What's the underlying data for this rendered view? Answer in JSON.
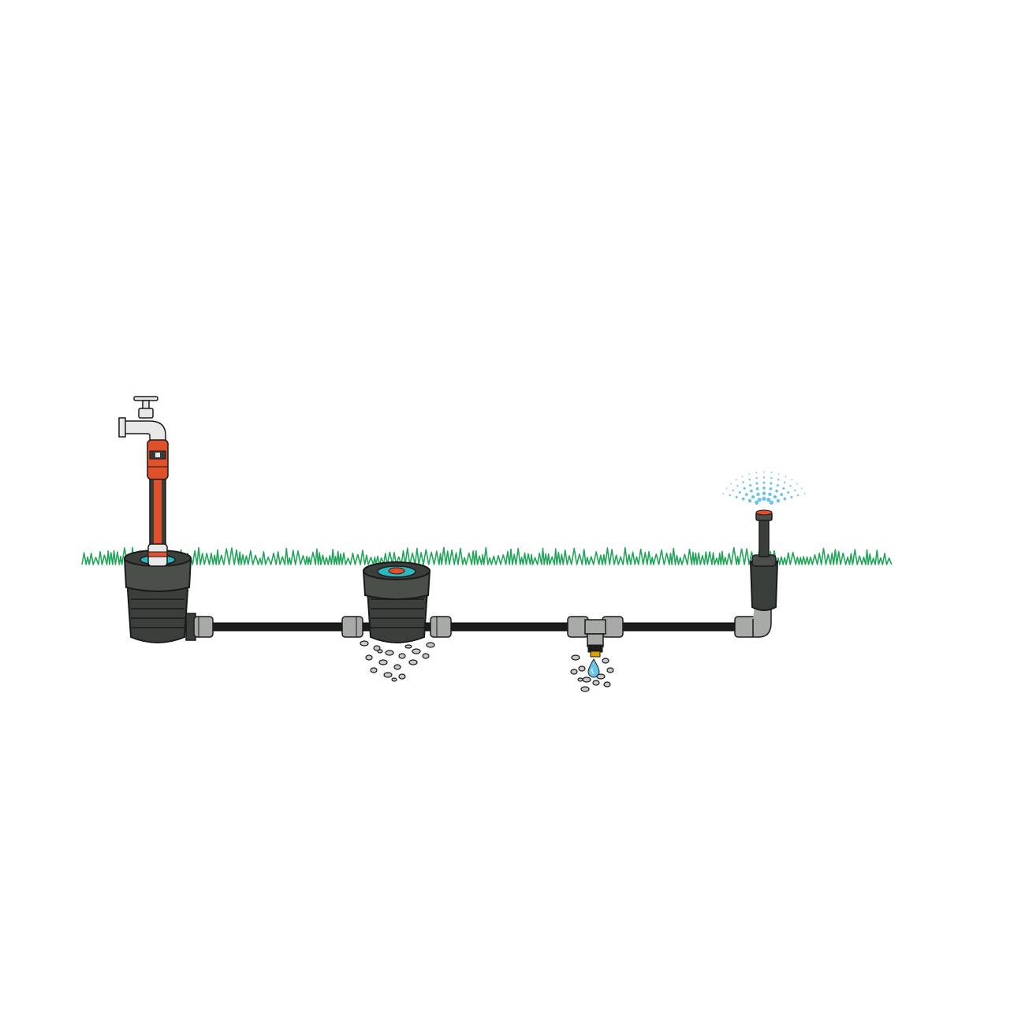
{
  "diagram": {
    "components": [
      {
        "id": "garden-tap",
        "icon": "tap-icon"
      },
      {
        "id": "hose",
        "icon": "hose-icon"
      },
      {
        "id": "water-connection-box",
        "icon": "box-icon"
      },
      {
        "id": "drainage-box",
        "icon": "box-icon"
      },
      {
        "id": "drainage-valve",
        "icon": "valve-icon"
      },
      {
        "id": "pop-up-sprinkler",
        "icon": "sprinkler-icon"
      }
    ]
  },
  "colors": {
    "outline": "#1a1a1a",
    "box": "#3b3f3b",
    "box_light": "#4a4f4a",
    "pipe": "#1c1c1c",
    "fitting": "#a8aaa8",
    "hose": "#e0502a",
    "hose_dark": "#3a3a3a",
    "tap": "#e8e8e8",
    "grass": "#22a55a",
    "water": "#6cc4e8",
    "turquoise": "#2fb7c0",
    "gravel": "#c8c8c8",
    "brass": "#d9a400"
  }
}
